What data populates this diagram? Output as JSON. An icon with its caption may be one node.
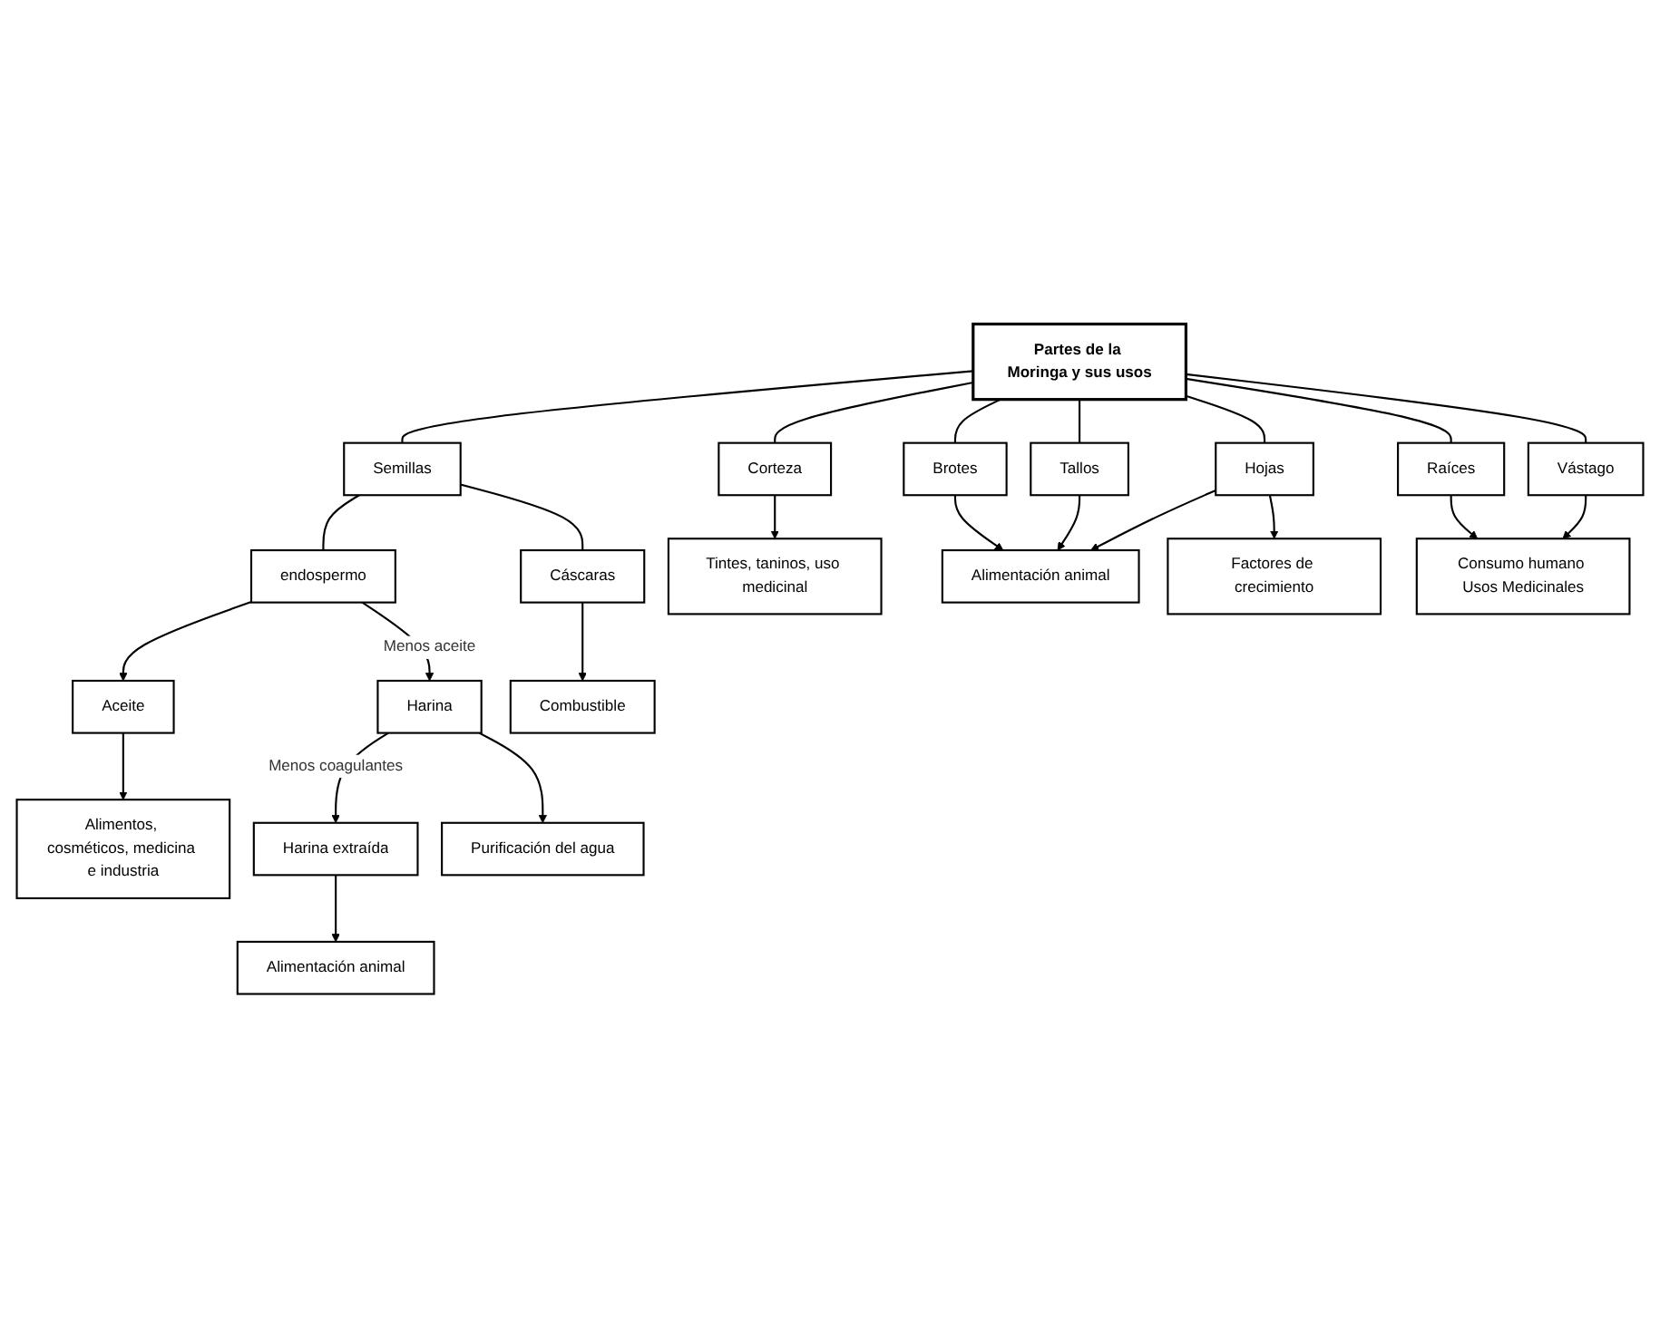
{
  "diagram": {
    "nodes": [
      {
        "text": [
          "Partes de la Moringa y sus usos"
        ]
      },
      {
        "text": [
          "Semillas"
        ]
      },
      {
        "text": [
          "Vástago"
        ]
      },
      {
        "text": [
          "Raíces"
        ]
      },
      {
        "text": [
          "Corteza"
        ]
      },
      {
        "text": [
          "Hojas"
        ]
      },
      {
        "text": [
          "Tallos"
        ]
      },
      {
        "text": [
          "Brotes"
        ]
      },
      {
        "text": [
          "Alimentos, cosméticos, medicina e industria"
        ]
      },
      {
        "text": [
          "Aceite"
        ]
      },
      {
        "text": [
          "endospermo"
        ]
      },
      {
        "text": [
          "Cáscaras"
        ]
      },
      {
        "text": [
          "Harina"
        ]
      },
      {
        "text": [
          "Tintes, taninos, uso medicinal"
        ]
      },
      {
        "text": [
          "Alimentación animal"
        ]
      },
      {
        "text": [
          "Factores de crecimiento"
        ]
      },
      {
        "text": [
          "Combustible"
        ]
      },
      {
        "text": [
          "Consumo humano Usos Medicinales"
        ]
      },
      {
        "text": [
          "Harina extraída"
        ]
      },
      {
        "text": [
          "Alimentación animal"
        ]
      },
      {
        "text": [
          "Purificación del agua"
        ]
      }
    ],
    "edges": [
      {
        "from": 0,
        "to": 1,
        "arrow": "none"
      },
      {
        "from": 0,
        "to": 2,
        "arrow": "none"
      },
      {
        "from": 0,
        "to": 3,
        "arrow": "none"
      },
      {
        "from": 0,
        "to": 4,
        "arrow": "none"
      },
      {
        "from": 0,
        "to": 5,
        "arrow": "none"
      },
      {
        "from": 0,
        "to": 6,
        "arrow": "none"
      },
      {
        "from": 0,
        "to": 7,
        "arrow": "none"
      },
      {
        "from": 1,
        "to": 10,
        "arrow": "none"
      },
      {
        "from": 1,
        "to": 11,
        "arrow": "none"
      },
      {
        "from": 10,
        "to": 9,
        "arrow": "to"
      },
      {
        "from": 9,
        "to": 8,
        "arrow": "to"
      },
      {
        "from": 10,
        "to": 12,
        "label": "Menos aceite",
        "arrow": "to"
      },
      {
        "from": 12,
        "to": 18,
        "label": "Menos coagulantes",
        "arrow": "to"
      },
      {
        "from": 12,
        "to": 20,
        "arrow": "to"
      },
      {
        "from": 18,
        "to": 19,
        "arrow": "to"
      },
      {
        "from": 11,
        "to": 16,
        "arrow": "to"
      },
      {
        "from": 2,
        "to": 17,
        "arrow": "to"
      },
      {
        "from": 3,
        "to": 17,
        "arrow": "to"
      },
      {
        "from": 4,
        "to": 13,
        "arrow": "to"
      },
      {
        "from": 5,
        "to": 14,
        "arrow": "to"
      },
      {
        "from": 6,
        "to": 14,
        "arrow": "to"
      },
      {
        "from": 7,
        "to": 14,
        "arrow": "to"
      },
      {
        "from": 5,
        "to": 15,
        "arrow": "to"
      }
    ]
  }
}
